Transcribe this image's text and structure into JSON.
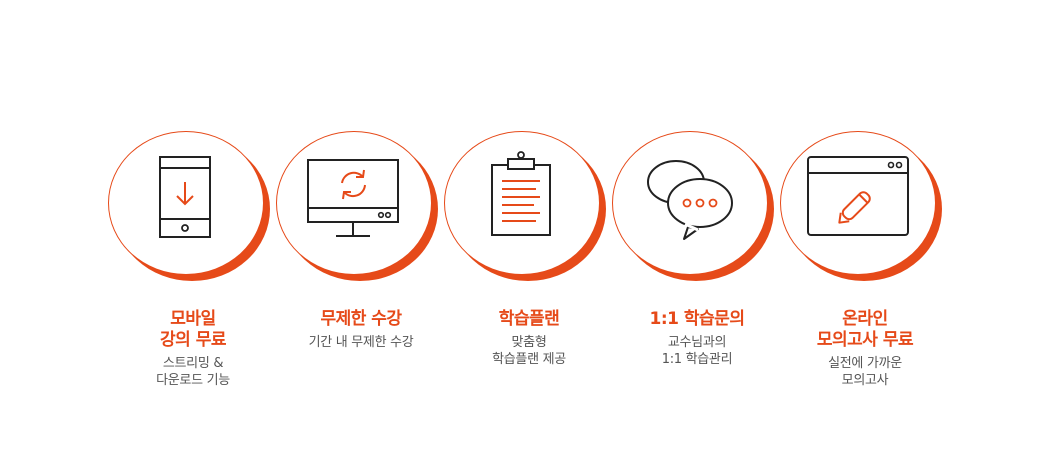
{
  "colors": {
    "accent": "#e64a19",
    "icon_stroke": "#222222",
    "description_text": "#555555"
  },
  "features": [
    {
      "icon": "mobile-download-icon",
      "title": "모바일\n강의 무료",
      "description": "스트리밍 &\n다운로드 기능"
    },
    {
      "icon": "monitor-refresh-icon",
      "title": "무제한 수강",
      "description": "기간 내 무제한 수강"
    },
    {
      "icon": "clipboard-icon",
      "title": "학습플랜",
      "description": "맞춤형\n학습플랜 제공"
    },
    {
      "icon": "chat-bubbles-icon",
      "title": "1:1 학습문의",
      "description": "교수님과의\n1:1 학습관리"
    },
    {
      "icon": "browser-pencil-icon",
      "title": "온라인\n모의고사 무료",
      "description": "실전에 가까운\n모의고사"
    }
  ]
}
